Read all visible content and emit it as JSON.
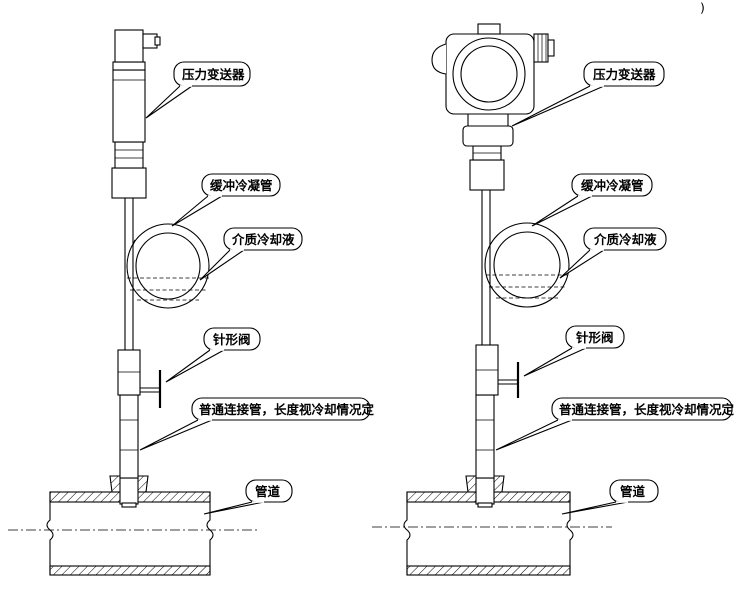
{
  "labels": {
    "transmitter": "压力变送器",
    "buffer_tube": "缓冲冷凝管",
    "coolant": "介质冷却液",
    "needle_valve": "针形阀",
    "connector_pipe": "普通连接管，长度视冷却情况定",
    "pipeline": "管道"
  },
  "corner_mark": ")"
}
